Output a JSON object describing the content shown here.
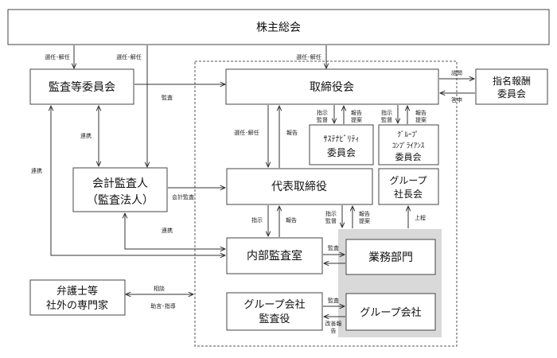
{
  "boxes": {
    "shareholders": "株主総会",
    "audit_committee": "監査等委員会",
    "board": "取締役会",
    "nomination": [
      "指名報酬",
      "委員会"
    ],
    "sustainability": [
      "ｻｽﾃﾅﾋﾞﾘﾃｨ",
      "委員会"
    ],
    "compliance": [
      "ｸﾞﾙｰﾌﾟ",
      "ｺﾝﾌﾟﾗｲｱﾝｽ",
      "委員会"
    ],
    "accounting_auditor": [
      "会計監査人",
      "（監査法人）"
    ],
    "representative": "代表取締役",
    "group_presidents": [
      "グループ",
      "社長会"
    ],
    "internal_audit": "内部監査室",
    "business_dept": "業務部門",
    "lawyers": [
      "弁護士等",
      "社外の専門家"
    ],
    "group_auditor": [
      "グループ会社",
      "監査役"
    ],
    "group_company": "グループ会社"
  },
  "labels": {
    "elect1": "選任･解任",
    "elect2": "選任･解任",
    "elect3": "選任･解任",
    "elect4": "選任･解任",
    "audit": "監査",
    "consult": "諮問",
    "answer": "答申",
    "coop1": "連携",
    "coop2": "連携",
    "coop3": "連携",
    "instruct1": [
      "指示",
      "監督"
    ],
    "report1": [
      "報告",
      "提案"
    ],
    "instruct2": [
      "指示",
      "監督"
    ],
    "report2": [
      "報告",
      "提案"
    ],
    "report3": "報告",
    "acct_audit": "会計監査",
    "instruct3": "指示",
    "report4": "報告",
    "instruct4": [
      "指示",
      "監督"
    ],
    "report5": [
      "報告",
      "提案"
    ],
    "submit": "上程",
    "audit2": "監査",
    "consult2": "相談",
    "advice": "助言･指導",
    "audit3": "監査",
    "improve": [
      "改善報",
      "告"
    ]
  }
}
